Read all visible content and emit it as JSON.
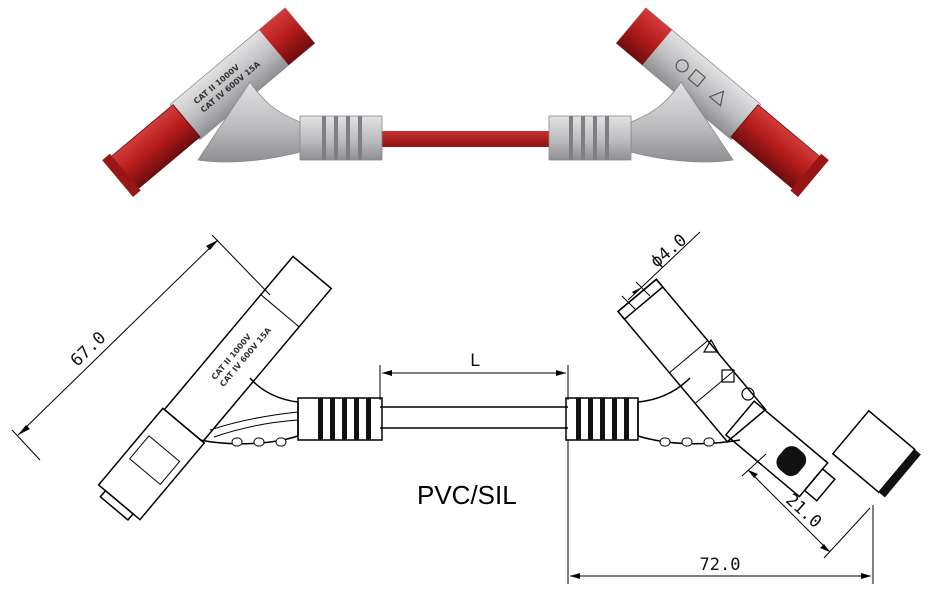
{
  "dimensions": {
    "length_label": "L",
    "body_length": "67.0",
    "pin_diameter": "ϕ4.0",
    "tip_length": "21.0",
    "overall_length": "72.0"
  },
  "material": "PVC/SIL",
  "body_print": {
    "line1": "CAT II 1000V",
    "line2": "CAT IV 600V 15A"
  },
  "colors": {
    "red": "#b31b1b",
    "gray": "#c4c4c6",
    "dark_red": "#7e1010"
  }
}
